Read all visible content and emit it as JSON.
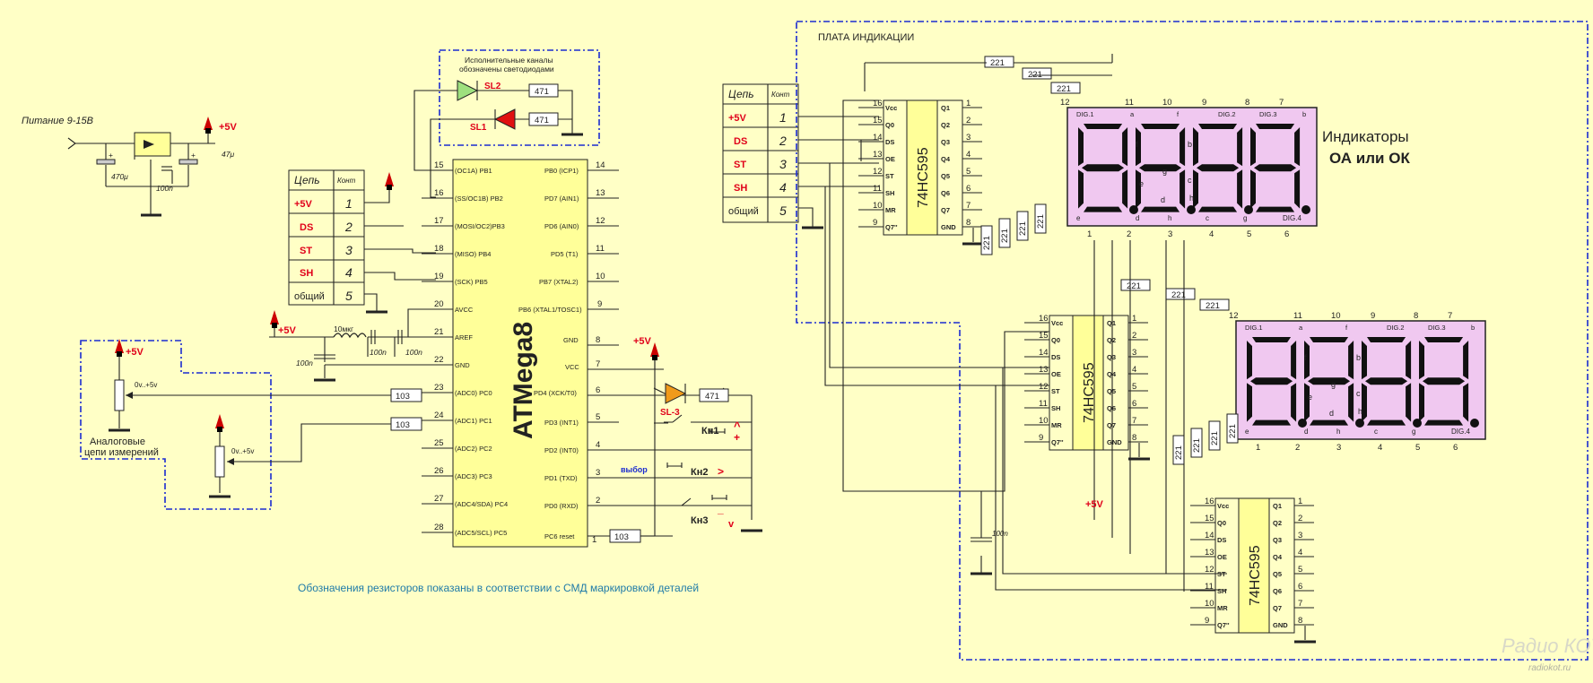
{
  "title_power": "Питание 9-15В",
  "power": {
    "v5_labels": [
      "+5V",
      "+5V",
      "+5V",
      "+5V"
    ],
    "c1": "470μ",
    "c2": "100n",
    "c3": "47μ"
  },
  "leds_note": {
    "line1": "Исполнительные каналы",
    "line2": "обозначены светодиодами",
    "sl2": "SL2",
    "sl1": "SL1",
    "r": "471"
  },
  "conn_left": {
    "h1": "Цепь",
    "h2": "Конт",
    "rows": [
      [
        "+5V",
        "1"
      ],
      [
        "DS",
        "2"
      ],
      [
        "ST",
        "3"
      ],
      [
        "SH",
        "4"
      ],
      [
        "общий",
        "5"
      ]
    ]
  },
  "conn_right": {
    "h1": "Цепь",
    "h2": "Конт",
    "rows": [
      [
        "+5V",
        "1"
      ],
      [
        "DS",
        "2"
      ],
      [
        "ST",
        "3"
      ],
      [
        "SH",
        "4"
      ],
      [
        "общий",
        "5"
      ]
    ]
  },
  "mcu": {
    "name": "ATMega8",
    "left_pins": [
      [
        "15",
        "(OC1A) PB1"
      ],
      [
        "16",
        "(SS/OC1B) PB2"
      ],
      [
        "17",
        "(MOSI/OC2)PB3"
      ],
      [
        "18",
        "(MISO) PB4"
      ],
      [
        "19",
        "(SCK) PB5"
      ],
      [
        "20",
        "AVCC"
      ],
      [
        "21",
        "AREF"
      ],
      [
        "22",
        "GND"
      ],
      [
        "23",
        "(ADC0) PC0"
      ],
      [
        "24",
        "(ADC1) PC1"
      ],
      [
        "25",
        "(ADC2) PC2"
      ],
      [
        "26",
        "(ADC3) PC3"
      ],
      [
        "27",
        "(ADC4/SDA) PC4"
      ],
      [
        "28",
        "(ADC5/SCL) PC5"
      ]
    ],
    "right_pins": [
      [
        "14",
        "PB0 (ICP1)"
      ],
      [
        "13",
        "PD7 (AIN1)"
      ],
      [
        "12",
        "PD6 (AIN0)"
      ],
      [
        "11",
        "PD5 (T1)"
      ],
      [
        "10",
        "PB7 (XTAL2)"
      ],
      [
        "9",
        "PB6 (XTAL1/TOSC1)"
      ],
      [
        "8",
        "GND"
      ],
      [
        "7",
        "VCC"
      ],
      [
        "6",
        "PD4 (XCK/T0)"
      ],
      [
        "5",
        "PD3 (INT1)"
      ],
      [
        "4",
        "PD2 (INT0)"
      ],
      [
        "3",
        "PD1 (TXD)"
      ],
      [
        "2",
        "PD0 (RXD)"
      ],
      [
        "1",
        "PC6 reset"
      ]
    ]
  },
  "filter": {
    "l": "10мкг",
    "c1": "100n",
    "c2": "100n",
    "c3": "100n"
  },
  "analog": {
    "pot1": "0v..+5v",
    "pot2": "0v..+5v",
    "r1": "103",
    "r2": "103",
    "caption1": "Аналоговые",
    "caption2": "цепи измерений"
  },
  "keys": {
    "sl3": "SL-3",
    "r": "471",
    "k1": "Кн1",
    "k2": "Кн2",
    "k3": "Кн3",
    "select": "выбор",
    "up": "^",
    "plus": "+",
    "right": ">",
    "minus": "_",
    "down": "v",
    "reset_r": "103"
  },
  "board": {
    "title": "ПЛАТА ИНДИКАЦИИ",
    "vplus": "+5V",
    "cap": "100n"
  },
  "sr": {
    "name": "74HC595",
    "left_pins": [
      [
        "16",
        "Vcc"
      ],
      [
        "15",
        "Q0"
      ],
      [
        "14",
        "DS"
      ],
      [
        "13",
        "OE"
      ],
      [
        "12",
        "ST"
      ],
      [
        "11",
        "SH"
      ],
      [
        "10",
        "MR"
      ],
      [
        "9",
        "Q7''"
      ]
    ],
    "right_pins": [
      [
        "1",
        "Q1"
      ],
      [
        "2",
        "Q2"
      ],
      [
        "3",
        "Q3"
      ],
      [
        "4",
        "Q4"
      ],
      [
        "5",
        "Q5"
      ],
      [
        "6",
        "Q6"
      ],
      [
        "7",
        "Q7"
      ],
      [
        "8",
        "GND"
      ]
    ]
  },
  "disp": {
    "top_labels": [
      "DIG.1",
      "a",
      "f",
      "DIG.2",
      "DIG.3",
      "b"
    ],
    "top_nums": [
      "12",
      "11",
      "10",
      "9",
      "8",
      "7"
    ],
    "bot_labels": [
      "e",
      "d",
      "h",
      "c",
      "g",
      "DIG.4"
    ],
    "bot_nums": [
      "1",
      "2",
      "3",
      "4",
      "5",
      "6"
    ],
    "seg_letters": [
      "f",
      "b",
      "e",
      "g",
      "c",
      "d",
      "h"
    ],
    "digits": "8.8.8.8."
  },
  "res221": "221",
  "indicators": {
    "line1": "Индикаторы",
    "line2": "ОА или ОК"
  },
  "footnote": "Обозначения резисторов показаны в соответствии с СМД маркировкой деталей",
  "watermark": {
    "logo": "Радио КОТ",
    "site": "radiokot.ru"
  }
}
